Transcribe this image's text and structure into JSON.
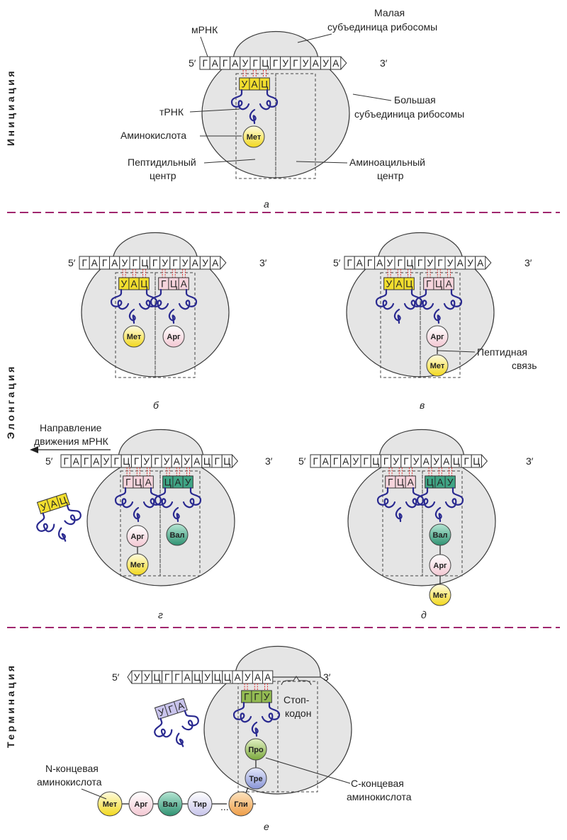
{
  "sections": {
    "initiation": "Инициация",
    "elongation": "Элонгация",
    "termination": "Терминация"
  },
  "ends": {
    "five": "5′",
    "three": "3′"
  },
  "labels": {
    "mrna": "мРНК",
    "small_subunit_1": "Малая",
    "small_subunit_2": "субъединица рибосомы",
    "large_subunit_1": "Большая",
    "large_subunit_2": "субъединица рибосомы",
    "trna": "тРНК",
    "amino_acid": "Аминокислота",
    "peptidyl_1": "Пептидильный",
    "peptidyl_2": "центр",
    "aminoacyl_1": "Аминоацильный",
    "aminoacyl_2": "центр",
    "peptide_bond_1": "Пептидная",
    "peptide_bond_2": "связь",
    "direction_1": "Направление",
    "direction_2": "движения мРНК",
    "stop_1": "Стоп-",
    "stop_2": "кодон",
    "n_term_1": "N-концевая",
    "n_term_2": "аминокислота",
    "c_term_1": "С-концевая",
    "c_term_2": "аминокислота",
    "ellipsis": "..."
  },
  "captions": {
    "a": "а",
    "b": "б",
    "v": "в",
    "g": "г",
    "d": "д",
    "e": "е"
  },
  "mrna_seq_1": [
    "Г",
    "А",
    "Г",
    "А",
    "У",
    "Г",
    "Ц",
    "Г",
    "У",
    "Г",
    "У",
    "А",
    "У",
    "А"
  ],
  "mrna_seq_2": [
    "Г",
    "А",
    "Г",
    "А",
    "У",
    "Г",
    "Ц",
    "Г",
    "У",
    "Г",
    "У",
    "А",
    "У",
    "А",
    "Ц",
    "Г",
    "Ц"
  ],
  "mrna_seq_3": [
    "У",
    "У",
    "Ц",
    "Г",
    "Г",
    "А",
    "Ц",
    "У",
    "Ц",
    "Ц",
    "А",
    "У",
    "А",
    "А"
  ],
  "anticodons": {
    "uac": [
      "У",
      "А",
      "Ц"
    ],
    "gca": [
      "Г",
      "Ц",
      "А"
    ],
    "cau": [
      "Ц",
      "А",
      "У"
    ],
    "ggu": [
      "Г",
      "Г",
      "У"
    ],
    "uga": [
      "У",
      "Г",
      "А"
    ]
  },
  "amino_acids": {
    "met": "Мет",
    "arg": "Арг",
    "val": "Вал",
    "tyr": "Тир",
    "gly": "Гли",
    "pro": "Про",
    "thr": "Тре"
  },
  "colors": {
    "met": "#f2d81e",
    "arg": "#f6d4dc",
    "val": "#3fa585",
    "tyr": "#d6d4ee",
    "gly": "#f2b264",
    "pro": "#93bb52",
    "thr": "#9aa4dc",
    "ac_yellow": "#f2de2e",
    "ac_pink": "#f6d4dc",
    "ac_teal": "#3fa585",
    "ac_green": "#93bb52",
    "ac_lavender": "#c9c4ec"
  }
}
